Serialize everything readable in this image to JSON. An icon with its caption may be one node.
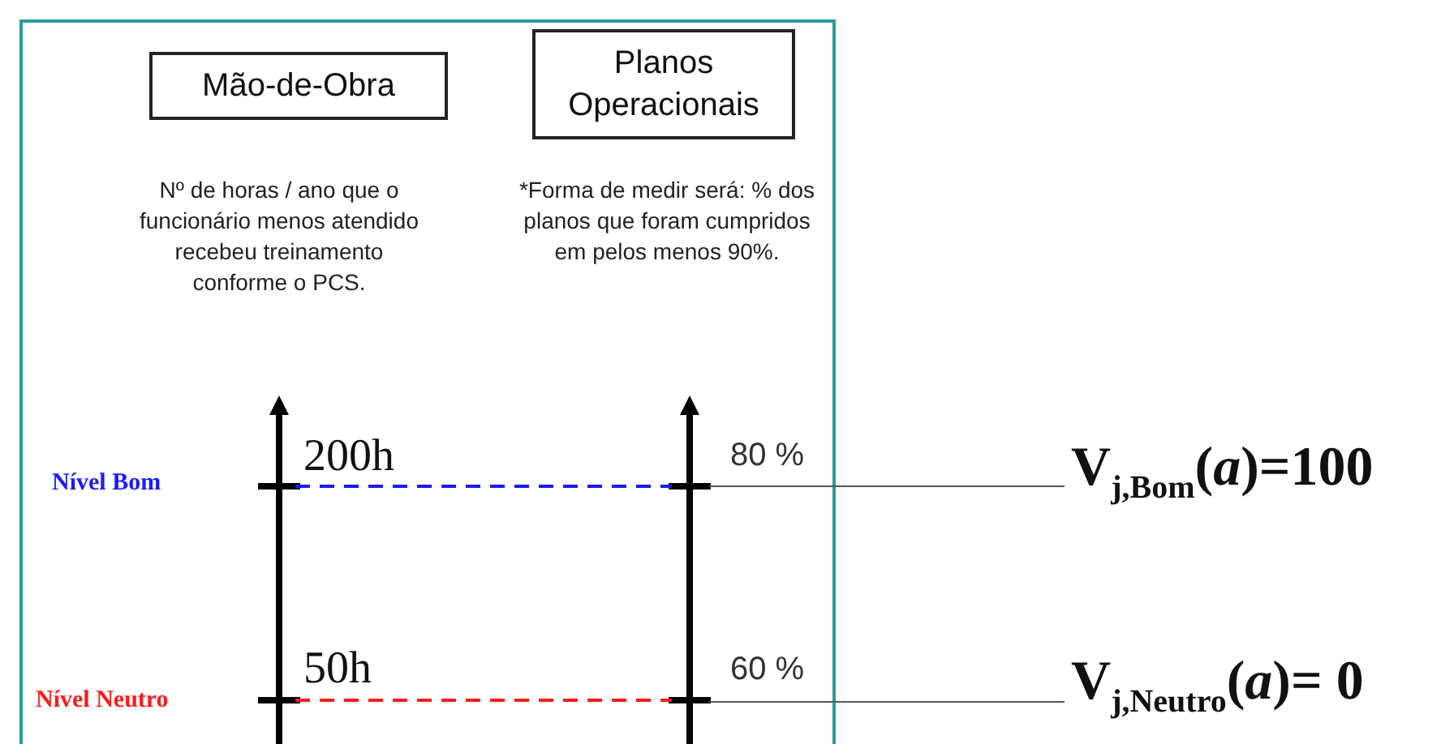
{
  "diagram": {
    "nodes": [
      {
        "text": [
          "Mão-de-Obra"
        ],
        "beside": [
          "Nº de horas / ano que o funcionário menos atendido recebeu treinamento conforme o PCS."
        ]
      },
      {
        "text": [
          "Planos Operacionais"
        ],
        "beside": [
          "*Forma de medir será: % dos planos que foram cumpridos em pelos menos 90%."
        ]
      },
      {
        "text": [
          "V$_{j,Bom}$(*a*)=100"
        ]
      },
      {
        "text": [
          "V$_{j,Neutro}$(*a*)= 0"
        ]
      }
    ],
    "edges": [
      {
        "from": 2,
        "to": null,
        "arrow": "none"
      },
      {
        "from": 3,
        "to": null,
        "arrow": "none"
      }
    ],
    "labels": [
      "Nível Bom",
      "200h",
      "80 %",
      "Nível Neutro",
      "50h",
      "60 %"
    ]
  }
}
